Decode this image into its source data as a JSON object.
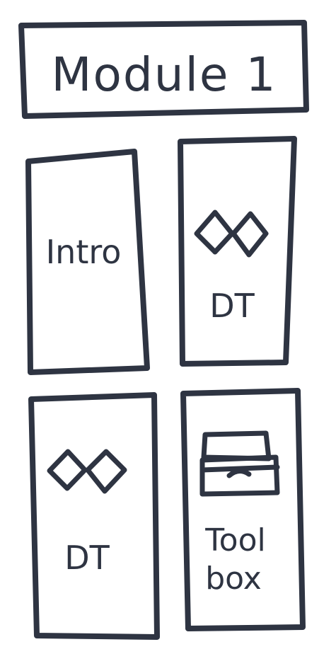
{
  "title": "Module 1",
  "cards": [
    {
      "label": "Intro",
      "icon": ""
    },
    {
      "label": "DT",
      "icon": "diamond-pair-icon"
    },
    {
      "label": "DT",
      "icon": "diamond-pair-icon"
    },
    {
      "label_line1": "Tool",
      "label_line2": "box",
      "icon": "toolbox-icon"
    }
  ],
  "colors": {
    "ink": "#2e3442",
    "background": "#ffffff"
  }
}
